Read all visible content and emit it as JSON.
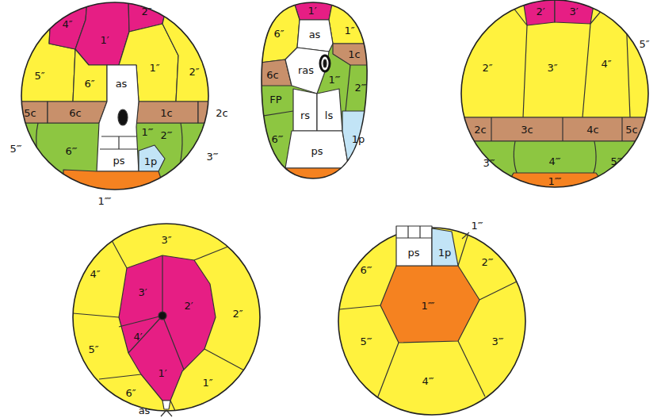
{
  "diagram": {
    "labels": [
      "4″",
      "1′",
      "2″",
      "5″",
      "6″",
      "1″",
      "2″",
      "as",
      "5c",
      "6c",
      "1c",
      "2c",
      "5‴",
      "6‴",
      "1‴",
      "2‴",
      "3‴",
      "ps",
      "1p",
      "1⁗",
      "1′",
      "6″",
      "1″",
      "as",
      "1c",
      "6c",
      "ras",
      "1‴",
      "2‴",
      "FP",
      "6‴",
      "rs",
      "ls",
      "ps",
      "1p",
      "2′",
      "3′",
      "2″",
      "3″",
      "4″",
      "5″",
      "2c",
      "3c",
      "4c",
      "5c",
      "3‴",
      "4‴",
      "5‴",
      "1⁗",
      "3″",
      "4″",
      "5″",
      "6″",
      "1″",
      "2″",
      "3′",
      "2′",
      "4′",
      "1′",
      "as",
      "ps",
      "1p",
      "1‴",
      "2‴",
      "6‴",
      "5‴",
      "4‴",
      "3‴",
      "1⁗"
    ]
  }
}
